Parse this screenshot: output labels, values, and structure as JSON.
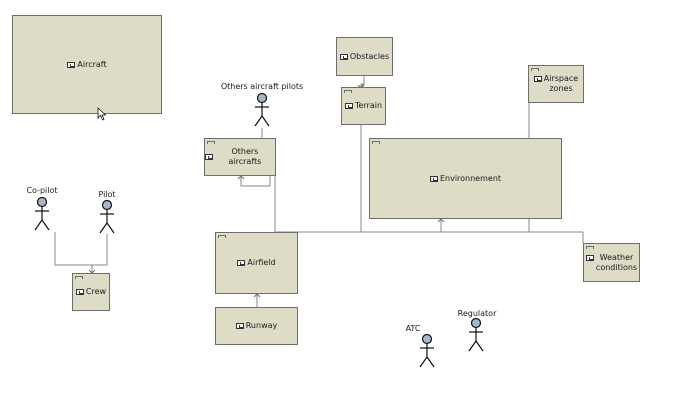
{
  "diagram": {
    "blocks": {
      "aircraft": "Aircraft",
      "obstacles": "Obstacles",
      "terrain": "Terrain",
      "airspace_zones_line1": "Airspace",
      "airspace_zones_line2": "zones",
      "others_aircrafts": "Others aircrafts",
      "environnement": "Environnement",
      "airfield": "Airfield",
      "runway": "Runway",
      "weather_line1": "Weather",
      "weather_line2": "conditions",
      "crew": "Crew"
    },
    "actors": {
      "others_aircraft_pilots": "Others aircraft pilots",
      "co_pilot": "Co-pilot",
      "pilot": "Pilot",
      "atc": "ATC",
      "regulator": "Regulator"
    },
    "colors": {
      "block_fill": "#dedcc7",
      "block_border": "#6e6e6e",
      "connector": "#8a8a8a",
      "actor_head": "#a9b7c8"
    },
    "icons": {
      "block_icon": "block-stereotype-icon",
      "cursor": "mouse-pointer-icon"
    }
  }
}
